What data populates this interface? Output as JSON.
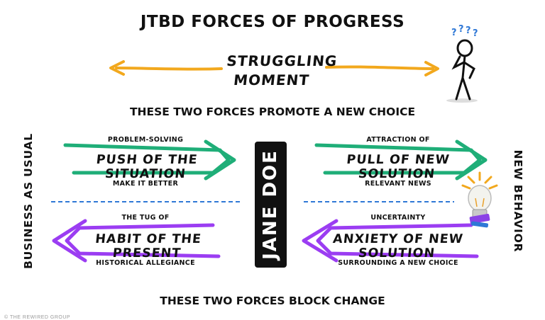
{
  "title": "JTBD FORCES OF PROGRESS",
  "struggling": {
    "line1": "STRUGGLING",
    "line2": "MOMENT"
  },
  "promote": {
    "prefix": "THESE TWO FORCES PROMOTE ",
    "emphasis": "A NEW CHOICE"
  },
  "block": {
    "prefix": "THESE TWO FORCES ",
    "emphasis": "BLOCK CHANGE"
  },
  "left_label": "BUSINESS AS USUAL",
  "right_label": "NEW BEHAVIOR",
  "center_label": "JANE DOE",
  "forces": {
    "push": {
      "above": "PROBLEM-SOLVING",
      "name": "PUSH OF THE SITUATION",
      "below": "MAKE IT BETTER"
    },
    "pull": {
      "above": "ATTRACTION OF",
      "name": "PULL OF NEW SOLUTION",
      "below": "RELEVANT NEWS"
    },
    "habit": {
      "above": "THE TUG OF",
      "name": "HABIT OF THE PRESENT",
      "below": "HISTORICAL ALLEGIANCE"
    },
    "anxiety": {
      "above": "UNCERTAINTY",
      "name": "ANXIETY OF NEW SOLUTION",
      "below": "SURROUNDING A NEW CHOICE"
    }
  },
  "footer": "© THE REWIRED GROUP",
  "colors": {
    "orange": "#f2a81d",
    "green": "#1fae78",
    "purple": "#9b3df2",
    "blue": "#2f78d6",
    "black": "#111111"
  },
  "icons": [
    "confused-stick-figure-icon",
    "lightbulb-icon"
  ]
}
